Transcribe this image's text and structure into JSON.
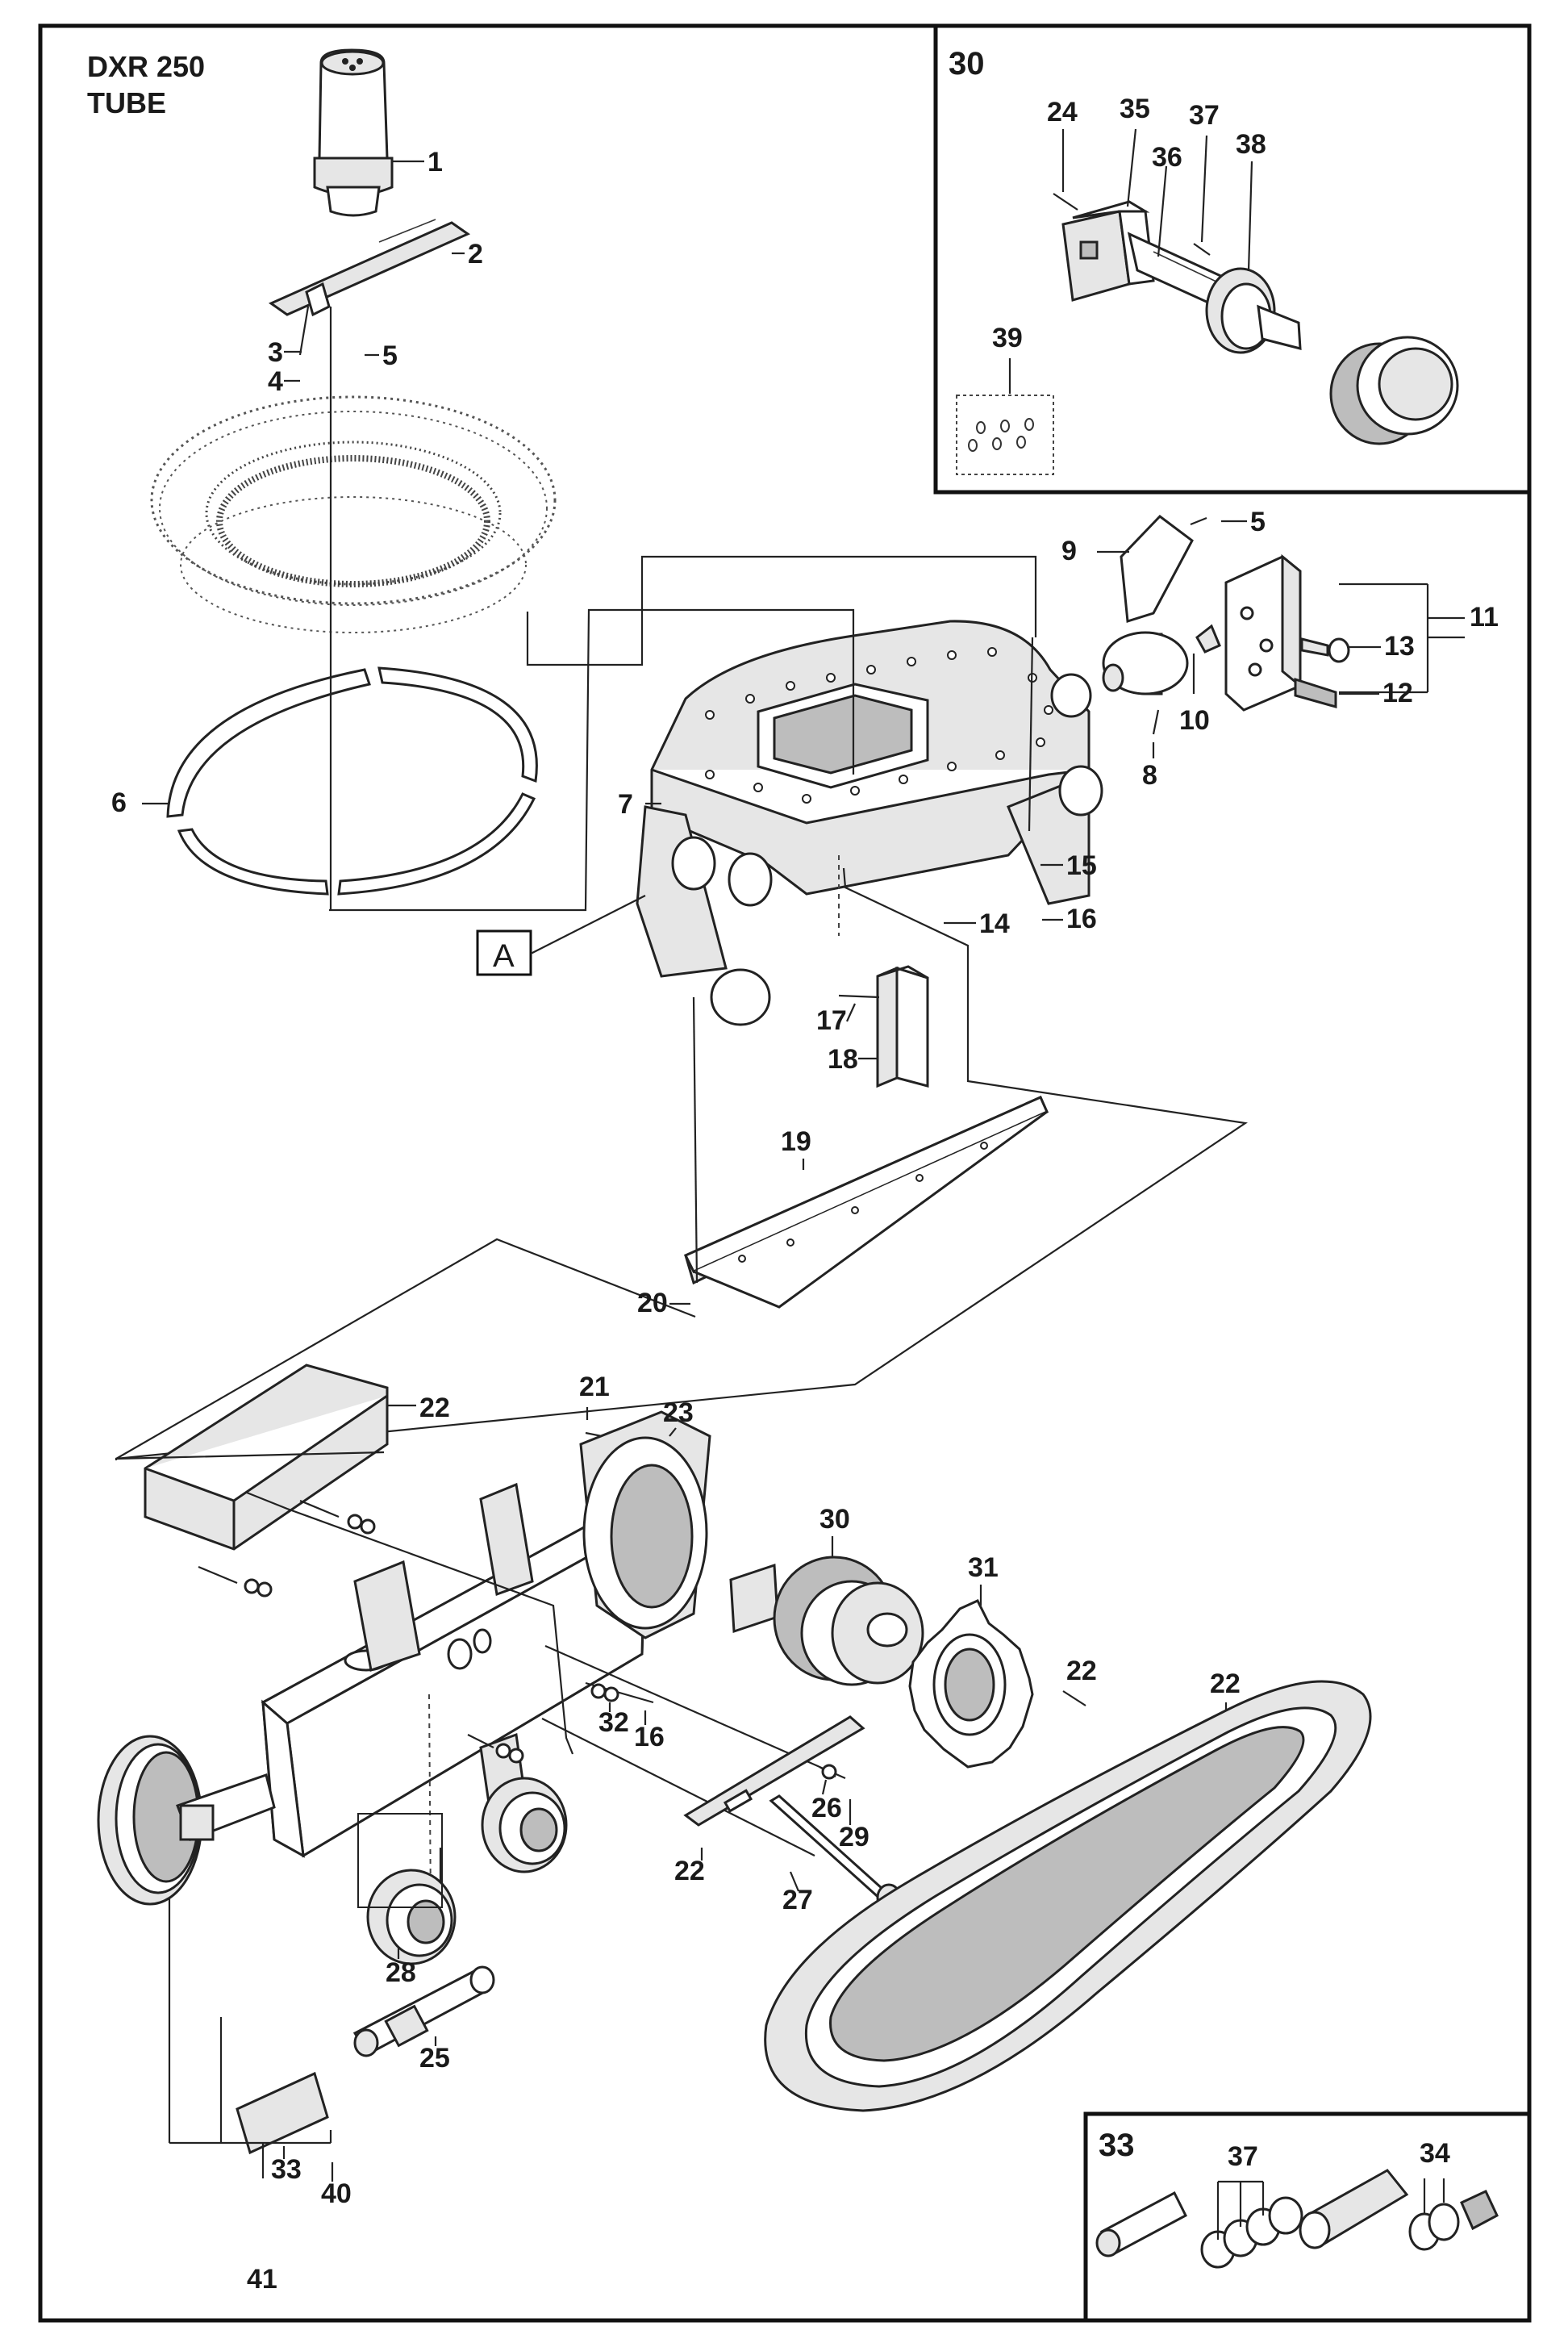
{
  "title": {
    "line1": "DXR 250",
    "line2": "TUBE"
  },
  "insets": {
    "motor_detail": "30",
    "tensioner_detail": "33"
  },
  "view_marker": "A",
  "callouts": [
    "1",
    "2",
    "3",
    "4",
    "5",
    "6",
    "7",
    "8",
    "9",
    "5",
    "10",
    "11",
    "12",
    "13",
    "14",
    "15",
    "16",
    "17",
    "18",
    "19",
    "20",
    "21",
    "22",
    "23",
    "22",
    "30",
    "31",
    "22",
    "32",
    "16",
    "26",
    "29",
    "22",
    "27",
    "28",
    "25",
    "33",
    "40",
    "41",
    "24",
    "35",
    "36",
    "37",
    "38",
    "39",
    "37",
    "34",
    "34"
  ]
}
